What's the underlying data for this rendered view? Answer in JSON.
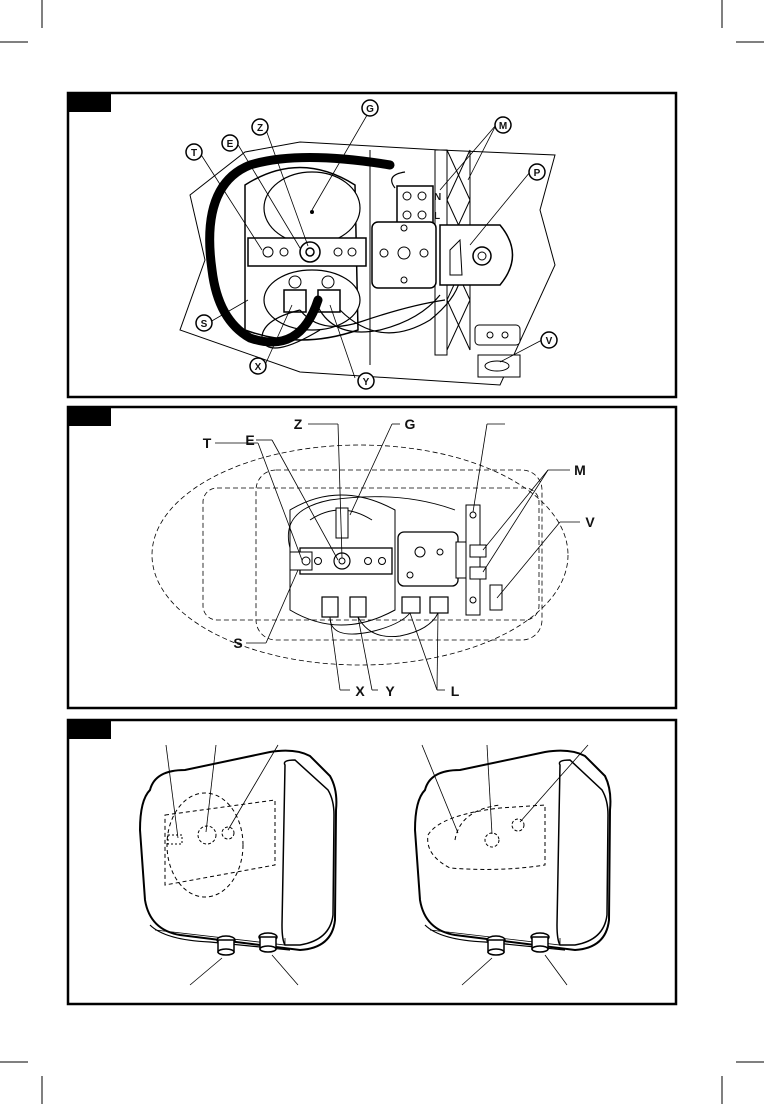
{
  "panel1": {
    "labels": {
      "G": "G",
      "Z": "Z",
      "E": "E",
      "T": "T",
      "M": "M",
      "P": "P",
      "S": "S",
      "X": "X",
      "Y": "Y",
      "V": "V"
    },
    "terminal_letters": {
      "N": "N",
      "L": "L"
    }
  },
  "panel2": {
    "labels": {
      "Z": "Z",
      "G": "G",
      "T": "T",
      "E": "E",
      "M": "M",
      "V": "V",
      "S": "S",
      "X": "X",
      "Y": "Y",
      "L": "L"
    }
  }
}
